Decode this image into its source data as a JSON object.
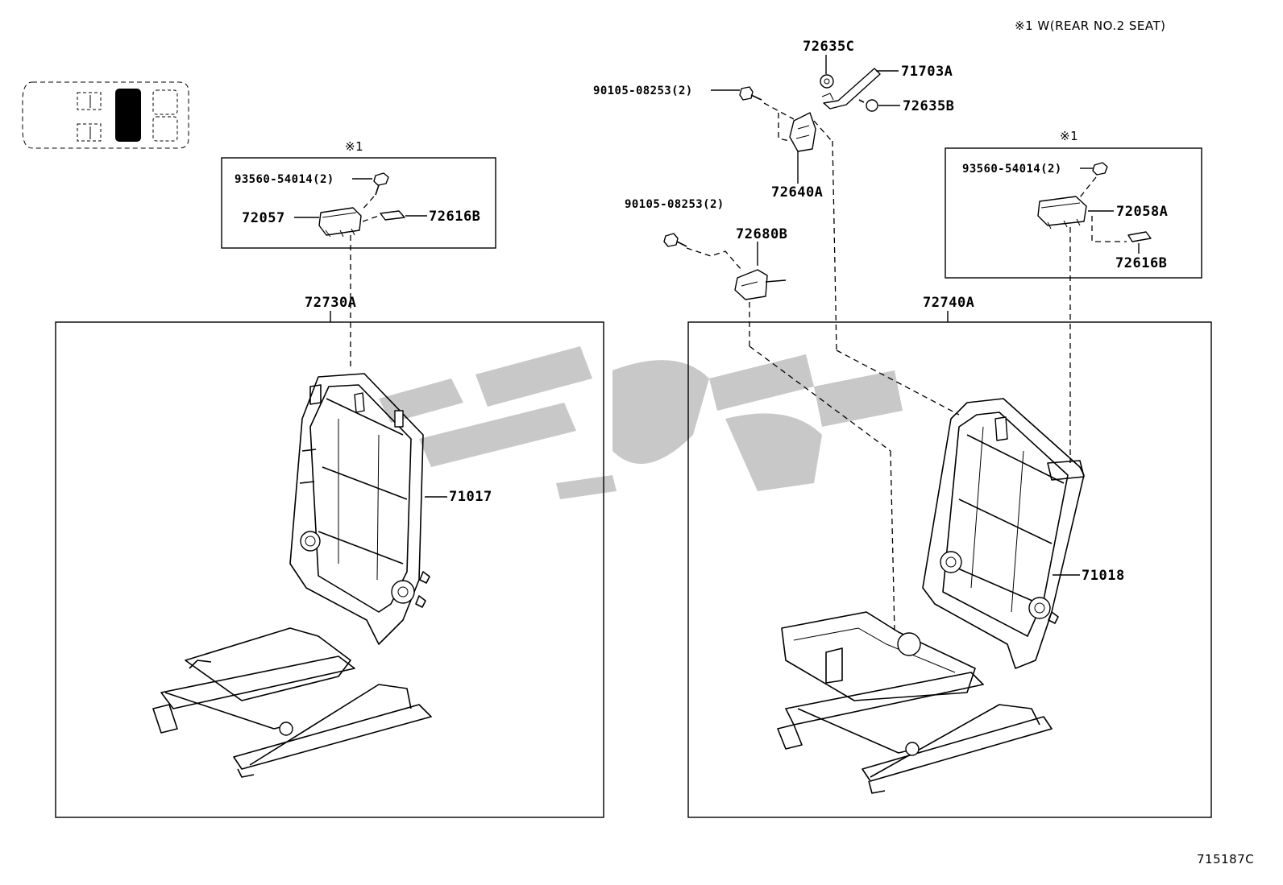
{
  "header": {
    "note": "※1  W(REAR NO.2 SEAT)",
    "ref_mark_left": "※1",
    "ref_mark_right": "※1"
  },
  "callouts": {
    "p72635C": "72635C",
    "p71703A": "71703A",
    "p72635B": "72635B",
    "p90105_top": "90105-08253(2)",
    "p72640A": "72640A",
    "p90105_mid": "90105-08253(2)",
    "p72680B": "72680B",
    "p93560_left": "93560-54014(2)",
    "p72057": "72057",
    "p72616B_left": "72616B",
    "p72730A": "72730A",
    "p71017": "71017",
    "p72740A": "72740A",
    "p71018": "71018",
    "p93560_right": "93560-54014(2)",
    "p72058A": "72058A",
    "p72616B_right": "72616B"
  },
  "footer": {
    "illustration_code": "715187C"
  },
  "colors": {
    "line": "#000000",
    "watermark": "#c8c8c8",
    "seat_fill": "#000000"
  },
  "icons": {
    "seat_locator": "vehicle-seat-layout-icon",
    "watermark": "watermark-logo"
  }
}
